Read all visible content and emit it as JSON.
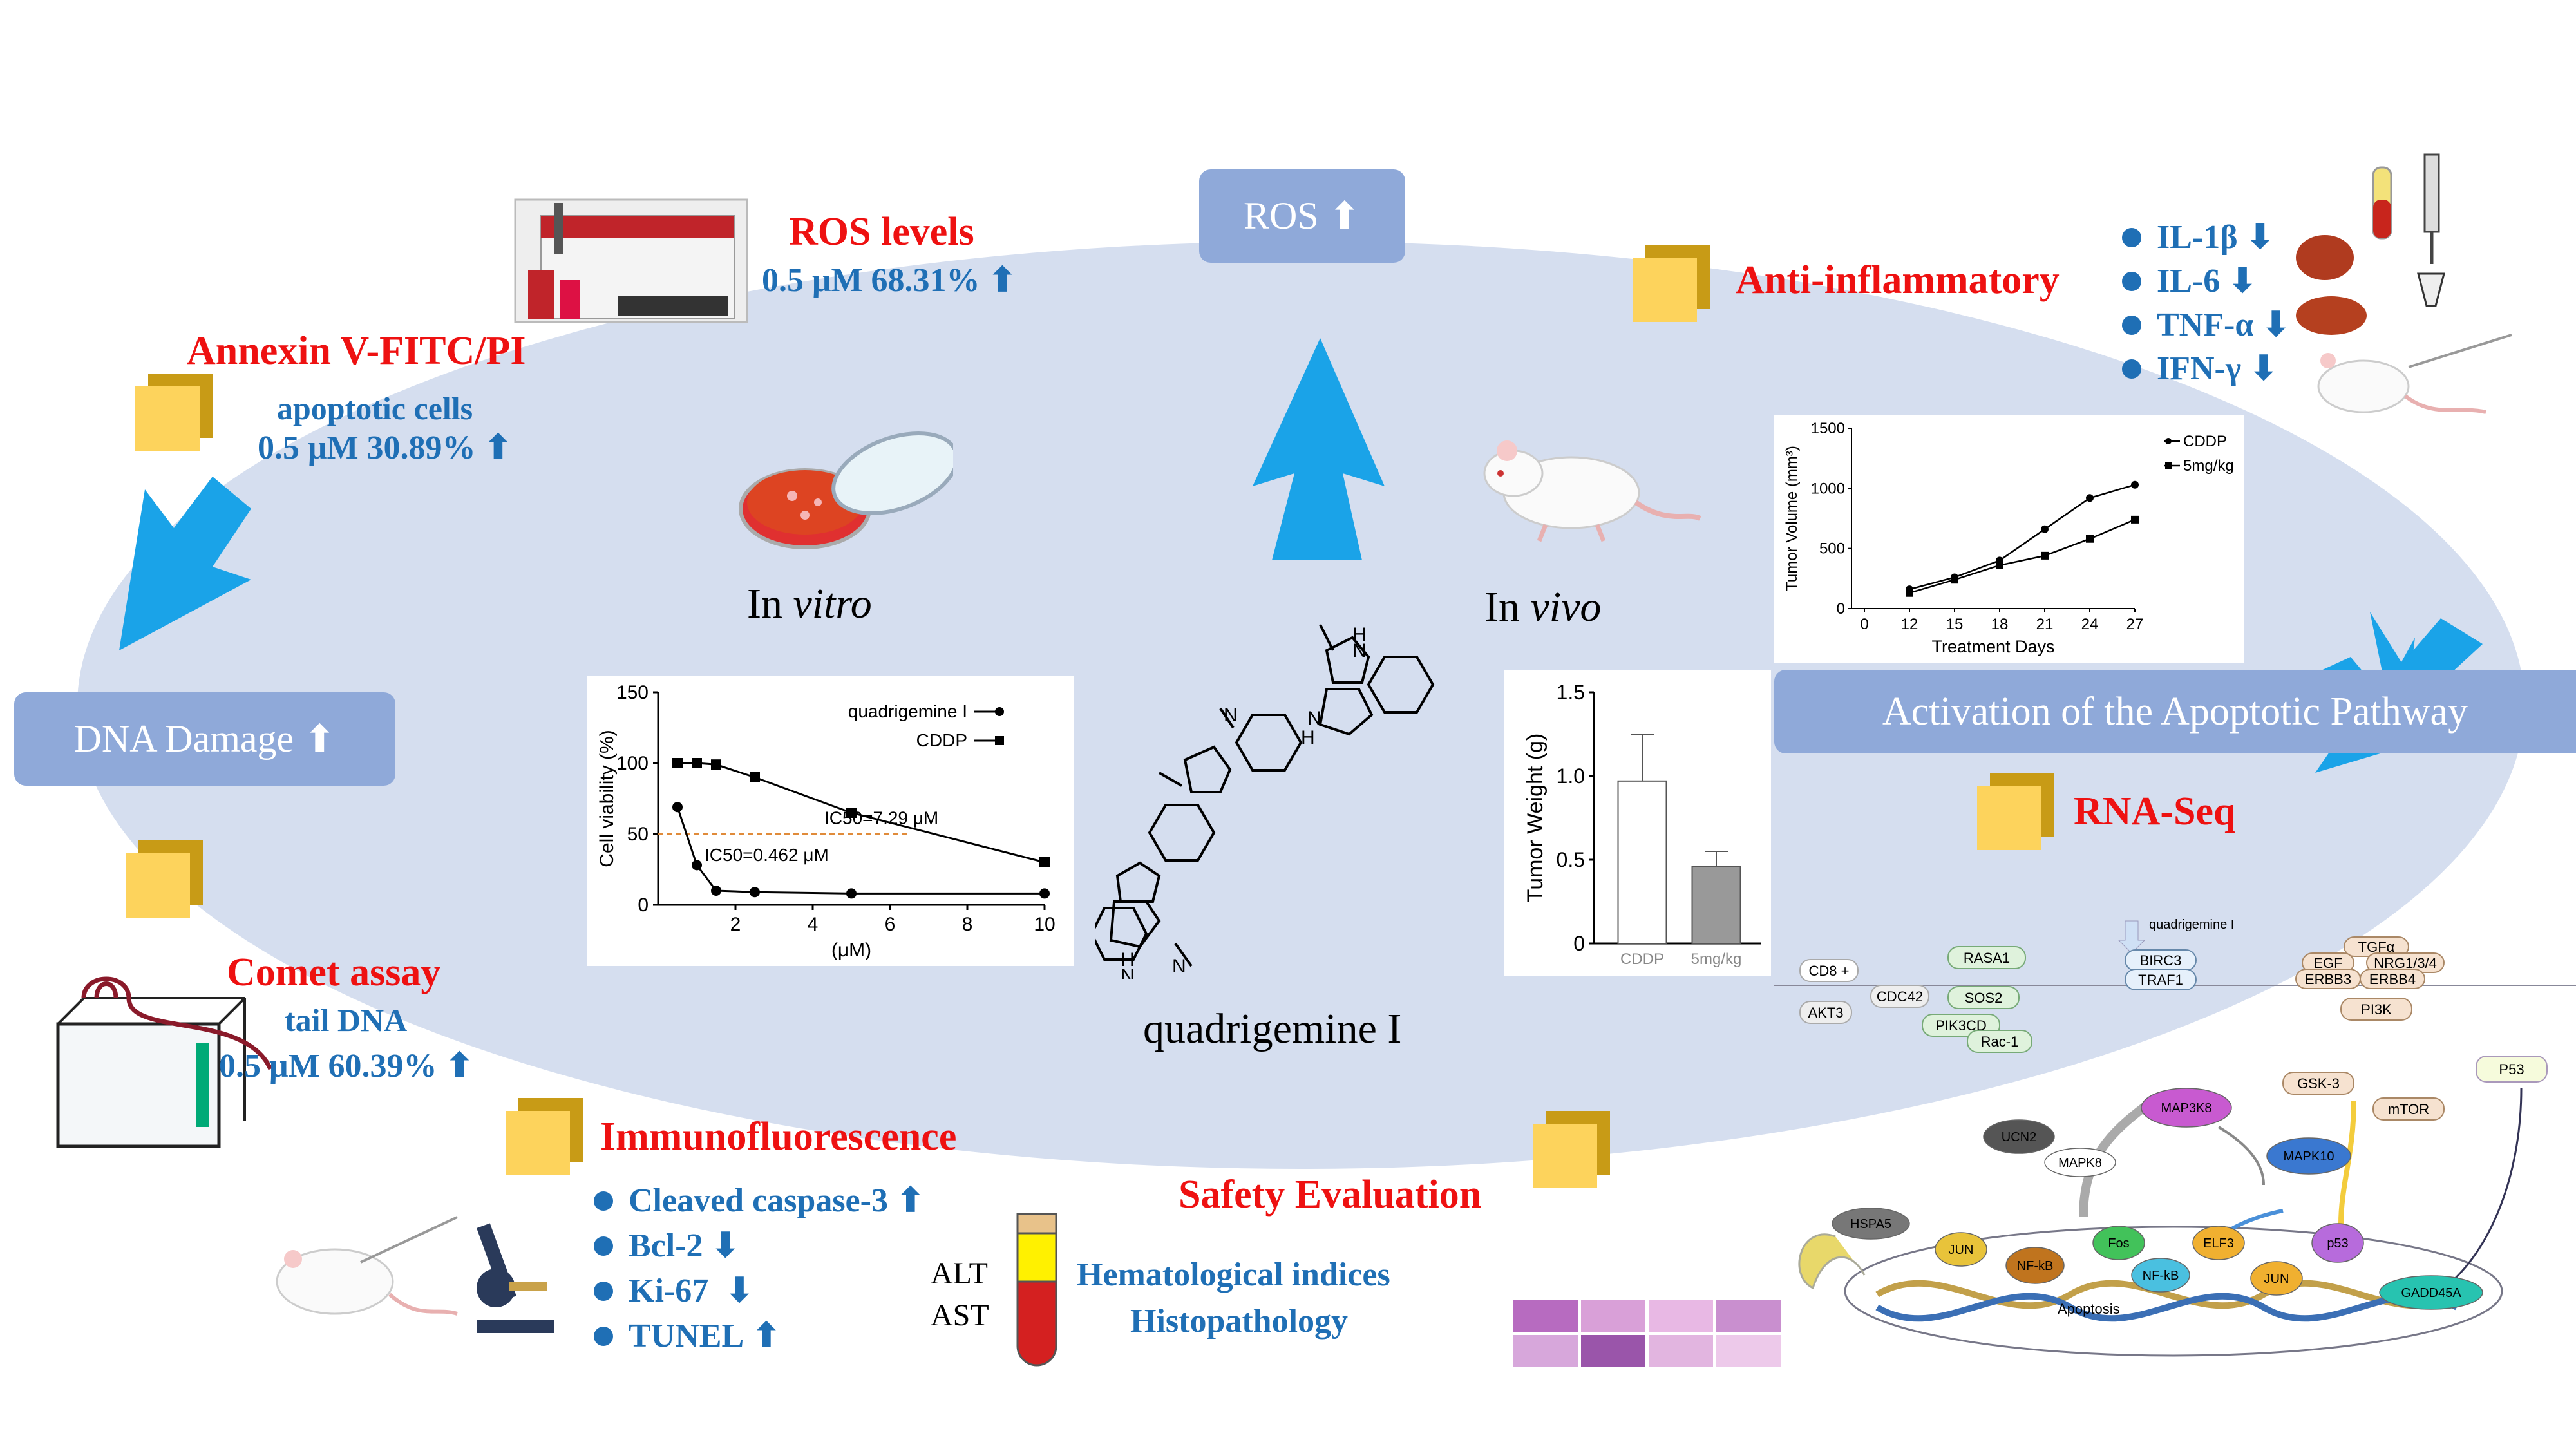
{
  "header": {
    "ros_pill": "ROS",
    "arrow_up": "⬆",
    "arrow_down": "⬇"
  },
  "left": {
    "ros_title": "ROS levels",
    "ros_value": "0.5 μM 68.31%",
    "annexin_title": "Annexin V-FITC/PI",
    "annexin_sub": "apoptotic cells",
    "annexin_value": "0.5 μM 30.89%",
    "dna_pill": "DNA Damage",
    "comet_title": "Comet assay",
    "comet_sub": "tail DNA",
    "comet_value": "0.5 μM 60.39%",
    "if_title": "Immunofluorescence",
    "if_items": [
      "Cleaved caspase-3",
      "Bcl-2",
      "Ki-67",
      "TUNEL"
    ]
  },
  "center": {
    "in_vitro_a": "In ",
    "in_vitro_b": "vitro",
    "in_vivo_a": "In ",
    "in_vivo_b": "vivo",
    "compound": "quadrigemine I",
    "safety_title": "Safety Evaluation",
    "safety_items": [
      "Hematological indices",
      "Histopathology"
    ],
    "alt": "ALT",
    "ast": "AST"
  },
  "right": {
    "anti_title": "Anti-inflammatory",
    "cytokines": [
      "IL-1β",
      "IL-6",
      "TNF-α",
      "IFN-γ"
    ],
    "apoptotic_pill": "Activation of the Apoptotic Pathway",
    "rnaseq": "RNA-Seq",
    "pathway_label": "quadrigemine I",
    "apoptosis": "Apoptosis",
    "nodes": [
      "CD8 +",
      "AKT3",
      "CDC42",
      "RASA1",
      "SOS2",
      "PIK3CD",
      "Rac-1",
      "BIRC3",
      "TRAF1",
      "TGFα",
      "EGF",
      "NRG1/3/4",
      "ERBB3",
      "ERBB4",
      "PI3K",
      "GSK-3",
      "mTOR",
      "P53",
      "MAP3K8",
      "UCN2",
      "MAPK8",
      "MAPK10",
      "HSPA5",
      "JUN",
      "NF-kB",
      "Fos",
      "NF-kB",
      "ELF3",
      "JUN",
      "p53",
      "GADD45A"
    ]
  },
  "colors": {
    "accent_red": "#ee1111",
    "accent_blue": "#1f6fb5",
    "ellipse": "#d5deef",
    "pill": "#8fa9d9",
    "arrow": "#1aa3e8"
  },
  "chart_data": [
    {
      "type": "line",
      "title": "",
      "xlabel": "(μM)",
      "ylabel": "Cell viability (%)",
      "xlim": [
        0,
        10
      ],
      "ylim": [
        0,
        150
      ],
      "xticks": [
        "2",
        "4",
        "6",
        "8",
        "10"
      ],
      "yticks": [
        "0",
        "50",
        "100",
        "150"
      ],
      "series": [
        {
          "name": "quadrigemine I",
          "x": [
            0.5,
            1,
            1.5,
            2.5,
            5,
            10
          ],
          "y": [
            69,
            28,
            10,
            9,
            8,
            8
          ]
        },
        {
          "name": "CDDP",
          "x": [
            0.5,
            1,
            1.5,
            2.5,
            5,
            10
          ],
          "y": [
            100,
            100,
            99,
            90,
            65,
            30
          ]
        }
      ],
      "annotations": [
        "IC50=7.29 μM",
        "IC50=0.462 μM"
      ]
    },
    {
      "type": "line",
      "title": "",
      "xlabel": "Treatment Days",
      "ylabel": "Tumor Volume (mm³)",
      "xlim": [
        0,
        27
      ],
      "ylim": [
        0,
        1500
      ],
      "xticks": [
        "0",
        "12",
        "15",
        "18",
        "21",
        "24",
        "27"
      ],
      "yticks": [
        "0",
        "500",
        "1000",
        "1500"
      ],
      "series": [
        {
          "name": "CDDP",
          "x": [
            12,
            15,
            18,
            21,
            24,
            27
          ],
          "y": [
            160,
            260,
            400,
            660,
            920,
            1030
          ]
        },
        {
          "name": "5mg/kg",
          "x": [
            12,
            15,
            18,
            21,
            24,
            27
          ],
          "y": [
            130,
            240,
            360,
            440,
            580,
            740
          ]
        }
      ]
    },
    {
      "type": "bar",
      "title": "",
      "ylabel": "Tumor Weight (g)",
      "categories": [
        "CDDP",
        "5mg/kg"
      ],
      "values": [
        0.97,
        0.46
      ],
      "errors": [
        0.28,
        0.09
      ],
      "ylim": [
        0,
        1.5
      ],
      "yticks": [
        "0",
        "0.5",
        "1.0",
        "1.5"
      ]
    }
  ]
}
